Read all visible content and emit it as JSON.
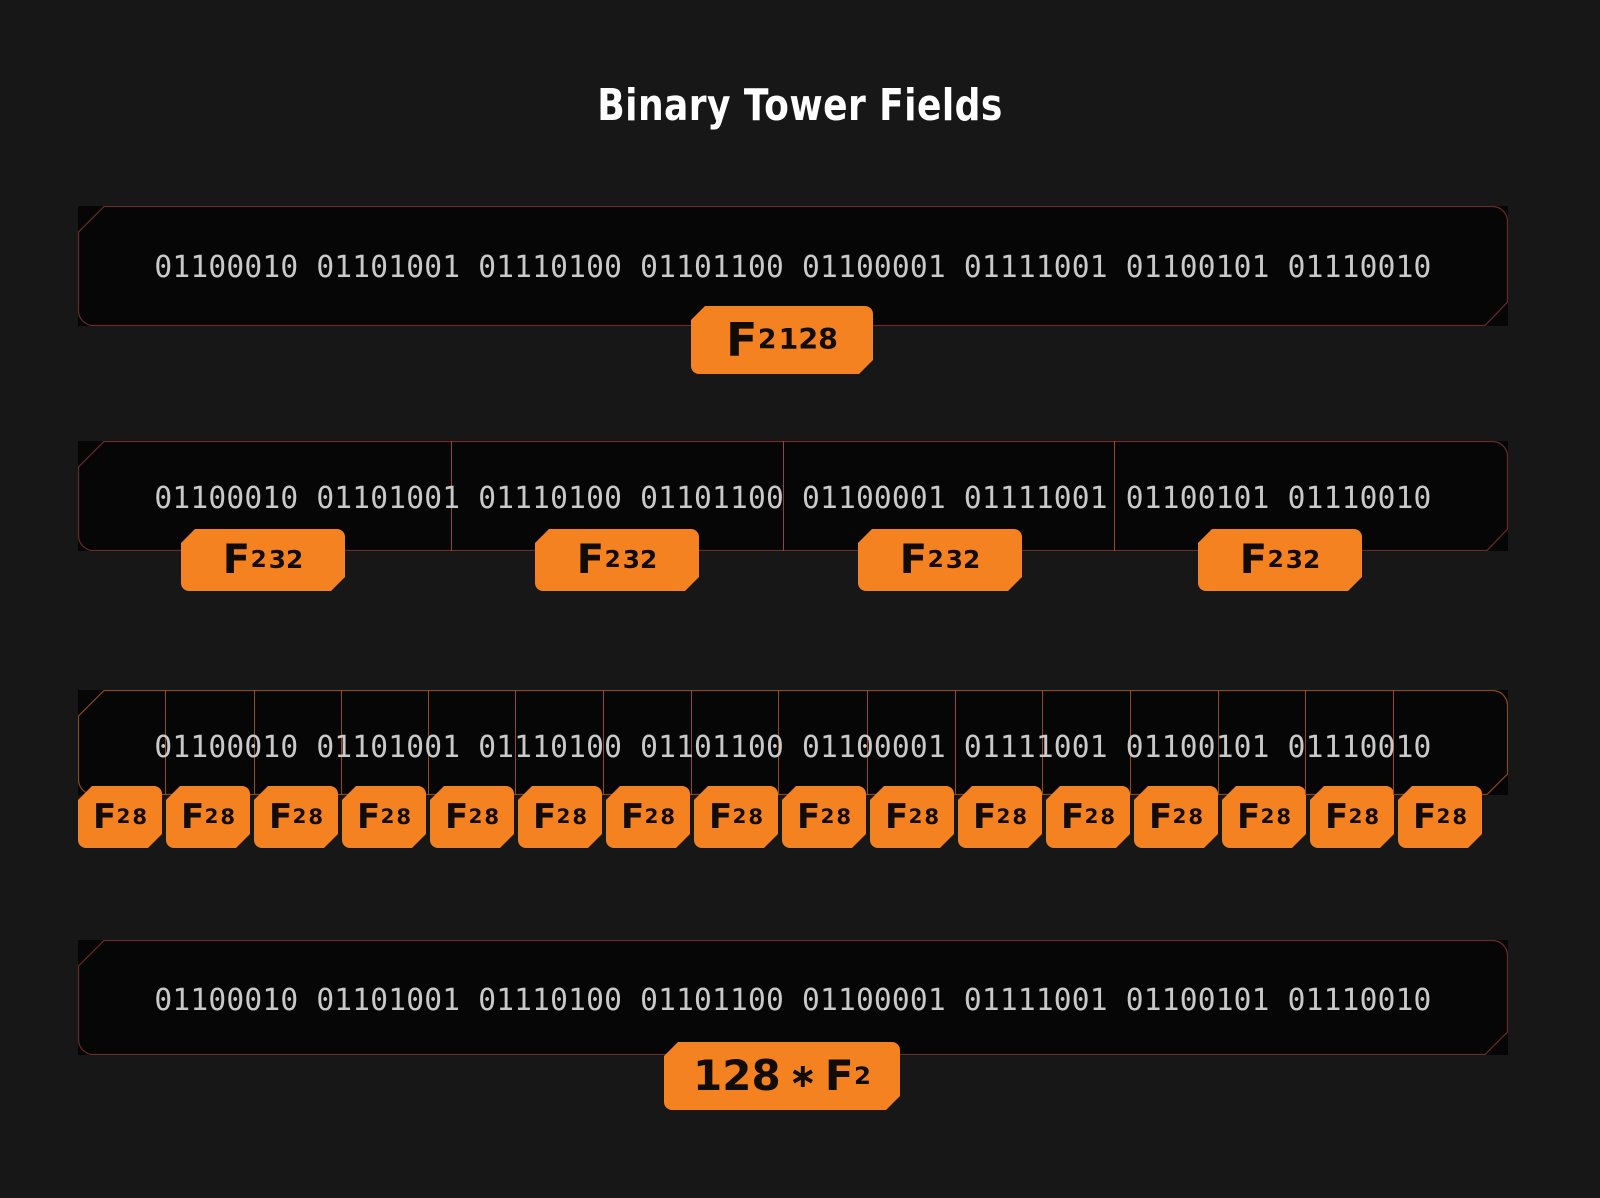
{
  "page": {
    "title": "Binary Tower Fields",
    "background_color": "#171717",
    "accent_color": "#f58220",
    "bit_text_color": "#c9c9c9",
    "border_color": "#6b2b2b"
  },
  "bits": {
    "full": "01100010 01101001 01110100 01101100 01100001 01111001 01100101 01110010",
    "bytes": [
      "01100010",
      "01101001",
      "01110100",
      "01101100",
      "01100001",
      "01111001",
      "01100101",
      "01110010"
    ]
  },
  "rows": [
    {
      "id": "row-128",
      "segments": 1,
      "bits": "01100010 01101001 01110100 01101100 01100001 01111001 01100101 01110010",
      "badges": [
        {
          "base": "F",
          "sub": "2",
          "sup": "128",
          "label": "F2^128"
        }
      ]
    },
    {
      "id": "row-32",
      "segments": 4,
      "bits": "01100010 01101001 01110100 01101100 01100001 01111001 01100101 01110010",
      "badges": [
        {
          "base": "F",
          "sub": "2",
          "sup": "32",
          "label": "F2^32"
        },
        {
          "base": "F",
          "sub": "2",
          "sup": "32",
          "label": "F2^32"
        },
        {
          "base": "F",
          "sub": "2",
          "sup": "32",
          "label": "F2^32"
        },
        {
          "base": "F",
          "sub": "2",
          "sup": "32",
          "label": "F2^32"
        }
      ]
    },
    {
      "id": "row-8",
      "segments": 16,
      "bits": "01100010 01101001 01110100 01101100 01100001 01111001 01100101 01110010",
      "badges": [
        {
          "base": "F",
          "sub": "2",
          "sup": "8",
          "label": "F2^8"
        },
        {
          "base": "F",
          "sub": "2",
          "sup": "8",
          "label": "F2^8"
        },
        {
          "base": "F",
          "sub": "2",
          "sup": "8",
          "label": "F2^8"
        },
        {
          "base": "F",
          "sub": "2",
          "sup": "8",
          "label": "F2^8"
        },
        {
          "base": "F",
          "sub": "2",
          "sup": "8",
          "label": "F2^8"
        },
        {
          "base": "F",
          "sub": "2",
          "sup": "8",
          "label": "F2^8"
        },
        {
          "base": "F",
          "sub": "2",
          "sup": "8",
          "label": "F2^8"
        },
        {
          "base": "F",
          "sub": "2",
          "sup": "8",
          "label": "F2^8"
        },
        {
          "base": "F",
          "sub": "2",
          "sup": "8",
          "label": "F2^8"
        },
        {
          "base": "F",
          "sub": "2",
          "sup": "8",
          "label": "F2^8"
        },
        {
          "base": "F",
          "sub": "2",
          "sup": "8",
          "label": "F2^8"
        },
        {
          "base": "F",
          "sub": "2",
          "sup": "8",
          "label": "F2^8"
        },
        {
          "base": "F",
          "sub": "2",
          "sup": "8",
          "label": "F2^8"
        },
        {
          "base": "F",
          "sub": "2",
          "sup": "8",
          "label": "F2^8"
        },
        {
          "base": "F",
          "sub": "2",
          "sup": "8",
          "label": "F2^8"
        },
        {
          "base": "F",
          "sub": "2",
          "sup": "8",
          "label": "F2^8"
        }
      ]
    },
    {
      "id": "row-f2",
      "segments": 1,
      "bits": "01100010 01101001 01110100 01101100 01100001 01111001 01100101 01110010",
      "badges": [
        {
          "count": "128",
          "mult": "∗",
          "base": "F",
          "sub": "2",
          "label": "128 * F2"
        }
      ]
    }
  ]
}
